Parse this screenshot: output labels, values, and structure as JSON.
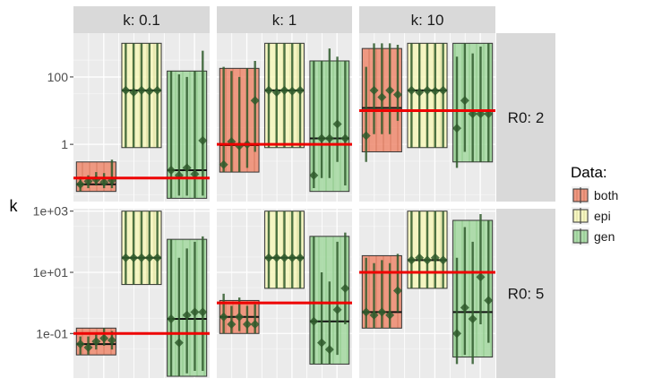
{
  "chart_data": {
    "type": "faceted-crossbar-pointrange",
    "ylabel": "k",
    "y_scale": "log10",
    "col_facets": [
      "k: 0.1",
      "k: 1",
      "k: 10"
    ],
    "row_facets": [
      {
        "label": "R0: 2",
        "ylim": [
          0.02,
          2000
        ],
        "ticks": [
          {
            "v": 100,
            "label": "100"
          },
          {
            "v": 1,
            "label": "1"
          }
        ]
      },
      {
        "label": "R0: 5",
        "ylim": [
          0.0035,
          1200
        ],
        "ticks": [
          {
            "v": 1000,
            "label": "1e+03"
          },
          {
            "v": 10,
            "label": "1e+01"
          },
          {
            "v": 0.1,
            "label": "1e-01"
          }
        ]
      }
    ],
    "legend": {
      "title": "Data:",
      "items": [
        {
          "name": "both",
          "fill": "#ef8a6f"
        },
        {
          "name": "epi",
          "fill": "#f7f7bb"
        },
        {
          "name": "gen",
          "fill": "#a3d9a0"
        }
      ]
    },
    "reference_line_color": "#ee0000",
    "point_color": "#2f5a2b",
    "panels": [
      {
        "row": 0,
        "col": 0,
        "true_value": 0.1,
        "boxes": [
          {
            "series": "both",
            "low": 0.04,
            "mid": 0.065,
            "high": 0.3,
            "points": [
              {
                "y": 0.065,
                "lo": 0.04,
                "hi": 0.11
              },
              {
                "y": 0.08,
                "lo": 0.05,
                "hi": 0.12
              },
              {
                "y": 0.09,
                "lo": 0.06,
                "hi": 0.15
              },
              {
                "y": 0.075,
                "lo": 0.05,
                "hi": 0.14
              },
              {
                "y": 0.085,
                "lo": 0.05,
                "hi": 0.35
              }
            ]
          },
          {
            "series": "epi",
            "low": 0.8,
            "mid": 40,
            "high": 1000,
            "points": [
              {
                "y": 40,
                "lo": 0.8,
                "hi": 1000
              },
              {
                "y": 35,
                "lo": 0.8,
                "hi": 1000
              },
              {
                "y": 40,
                "lo": 0.8,
                "hi": 1000
              },
              {
                "y": 38,
                "lo": 0.8,
                "hi": 1000
              },
              {
                "y": 40,
                "lo": 0.8,
                "hi": 1000
              }
            ]
          },
          {
            "series": "gen",
            "low": 0.025,
            "mid": 0.17,
            "high": 150,
            "points": [
              {
                "y": 0.17,
                "lo": 0.025,
                "hi": 150
              },
              {
                "y": 0.12,
                "lo": 0.03,
                "hi": 120
              },
              {
                "y": 0.2,
                "lo": 0.03,
                "hi": 100
              },
              {
                "y": 0.13,
                "lo": 0.025,
                "hi": 150
              },
              {
                "y": 1.3,
                "lo": 0.03,
                "hi": 600
              }
            ]
          }
        ]
      },
      {
        "row": 0,
        "col": 1,
        "true_value": 1,
        "boxes": [
          {
            "series": "both",
            "low": 0.15,
            "mid": 0.95,
            "high": 180,
            "points": [
              {
                "y": 0.25,
                "lo": 0.15,
                "hi": 200
              },
              {
                "y": 1.2,
                "lo": 0.15,
                "hi": 150
              },
              {
                "y": 0.9,
                "lo": 0.15,
                "hi": 100
              },
              {
                "y": 1,
                "lo": 0.2,
                "hi": 180
              },
              {
                "y": 20,
                "lo": 0.6,
                "hi": 300
              }
            ]
          },
          {
            "series": "epi",
            "low": 0.8,
            "mid": 40,
            "high": 1000,
            "points": [
              {
                "y": 40,
                "lo": 0.8,
                "hi": 1000
              },
              {
                "y": 35,
                "lo": 0.8,
                "hi": 1000
              },
              {
                "y": 40,
                "lo": 0.8,
                "hi": 1000
              },
              {
                "y": 38,
                "lo": 0.8,
                "hi": 1000
              },
              {
                "y": 40,
                "lo": 0.8,
                "hi": 1000
              }
            ]
          },
          {
            "series": "gen",
            "low": 0.04,
            "mid": 1.5,
            "high": 300,
            "points": [
              {
                "y": 0.12,
                "lo": 0.05,
                "hi": 300
              },
              {
                "y": 1.5,
                "lo": 0.1,
                "hi": 300
              },
              {
                "y": 1.5,
                "lo": 0.1,
                "hi": 700
              },
              {
                "y": 4,
                "lo": 0.3,
                "hi": 400
              },
              {
                "y": 1.5,
                "lo": 0.06,
                "hi": 300
              }
            ]
          }
        ]
      },
      {
        "row": 0,
        "col": 2,
        "true_value": 10,
        "boxes": [
          {
            "series": "both",
            "low": 0.6,
            "mid": 12,
            "high": 700,
            "points": [
              {
                "y": 1.8,
                "lo": 0.3,
                "hi": 200
              },
              {
                "y": 40,
                "lo": 2,
                "hi": 1000
              },
              {
                "y": 25,
                "lo": 2,
                "hi": 1000
              },
              {
                "y": 40,
                "lo": 2,
                "hi": 1000
              },
              {
                "y": 30,
                "lo": 5,
                "hi": 900
              }
            ]
          },
          {
            "series": "epi",
            "low": 0.8,
            "mid": 40,
            "high": 1000,
            "points": [
              {
                "y": 40,
                "lo": 0.8,
                "hi": 1000
              },
              {
                "y": 35,
                "lo": 0.8,
                "hi": 1000
              },
              {
                "y": 40,
                "lo": 0.8,
                "hi": 1000
              },
              {
                "y": 38,
                "lo": 0.8,
                "hi": 1000
              },
              {
                "y": 40,
                "lo": 0.8,
                "hi": 1000
              }
            ]
          },
          {
            "series": "gen",
            "low": 0.3,
            "mid": 10,
            "high": 1000,
            "points": [
              {
                "y": 3,
                "lo": 0.2,
                "hi": 400
              },
              {
                "y": 20,
                "lo": 0.6,
                "hi": 1000
              },
              {
                "y": 8,
                "lo": 0.3,
                "hi": 500
              },
              {
                "y": 8,
                "lo": 0.3,
                "hi": 800
              },
              {
                "y": 8,
                "lo": 0.3,
                "hi": 1000
              }
            ]
          }
        ]
      },
      {
        "row": 1,
        "col": 0,
        "true_value": 0.1,
        "boxes": [
          {
            "series": "both",
            "low": 0.02,
            "mid": 0.045,
            "high": 0.15,
            "points": [
              {
                "y": 0.045,
                "lo": 0.02,
                "hi": 0.08
              },
              {
                "y": 0.035,
                "lo": 0.02,
                "hi": 0.08
              },
              {
                "y": 0.055,
                "lo": 0.03,
                "hi": 0.1
              },
              {
                "y": 0.07,
                "lo": 0.04,
                "hi": 0.15
              },
              {
                "y": 0.06,
                "lo": 0.03,
                "hi": 0.12
              }
            ]
          },
          {
            "series": "epi",
            "low": 4,
            "mid": 30,
            "high": 1000,
            "points": [
              {
                "y": 30,
                "lo": 4,
                "hi": 1000
              },
              {
                "y": 30,
                "lo": 4,
                "hi": 1000
              },
              {
                "y": 30,
                "lo": 4,
                "hi": 1000
              },
              {
                "y": 30,
                "lo": 4,
                "hi": 1000
              },
              {
                "y": 30,
                "lo": 4,
                "hi": 1000
              }
            ]
          },
          {
            "series": "gen",
            "low": 0.004,
            "mid": 0.3,
            "high": 120,
            "points": [
              {
                "y": 0.3,
                "lo": 0.004,
                "hi": 120
              },
              {
                "y": 0.05,
                "lo": 0.004,
                "hi": 30
              },
              {
                "y": 0.4,
                "lo": 0.005,
                "hi": 60
              },
              {
                "y": 0.5,
                "lo": 0.006,
                "hi": 100
              },
              {
                "y": 0.5,
                "lo": 0.006,
                "hi": 150
              }
            ]
          }
        ]
      },
      {
        "row": 1,
        "col": 1,
        "true_value": 1,
        "boxes": [
          {
            "series": "both",
            "low": 0.1,
            "mid": 0.35,
            "high": 1.2,
            "points": [
              {
                "y": 0.35,
                "lo": 0.1,
                "hi": 2
              },
              {
                "y": 0.2,
                "lo": 0.1,
                "hi": 0.8
              },
              {
                "y": 0.35,
                "lo": 0.12,
                "hi": 1.5
              },
              {
                "y": 0.2,
                "lo": 0.1,
                "hi": 0.8
              },
              {
                "y": 0.2,
                "lo": 0.1,
                "hi": 0.9
              }
            ]
          },
          {
            "series": "epi",
            "low": 3,
            "mid": 30,
            "high": 1000,
            "points": [
              {
                "y": 30,
                "lo": 3,
                "hi": 1000
              },
              {
                "y": 30,
                "lo": 3,
                "hi": 1000
              },
              {
                "y": 30,
                "lo": 3,
                "hi": 1000
              },
              {
                "y": 30,
                "lo": 3,
                "hi": 1000
              },
              {
                "y": 30,
                "lo": 3,
                "hi": 1000
              }
            ]
          },
          {
            "series": "gen",
            "low": 0.01,
            "mid": 0.25,
            "high": 150,
            "points": [
              {
                "y": 0.25,
                "lo": 0.01,
                "hi": 150
              },
              {
                "y": 0.05,
                "lo": 0.01,
                "hi": 10
              },
              {
                "y": 0.03,
                "lo": 0.01,
                "hi": 5
              },
              {
                "y": 0.6,
                "lo": 0.02,
                "hi": 100
              },
              {
                "y": 3,
                "lo": 0.2,
                "hi": 200
              }
            ]
          }
        ]
      },
      {
        "row": 1,
        "col": 2,
        "true_value": 10,
        "boxes": [
          {
            "series": "both",
            "low": 0.15,
            "mid": 0.5,
            "high": 35,
            "points": [
              {
                "y": 0.5,
                "lo": 0.15,
                "hi": 30
              },
              {
                "y": 0.4,
                "lo": 0.15,
                "hi": 20
              },
              {
                "y": 0.5,
                "lo": 0.15,
                "hi": 25
              },
              {
                "y": 0.4,
                "lo": 0.15,
                "hi": 20
              },
              {
                "y": 2.5,
                "lo": 0.5,
                "hi": 40
              }
            ]
          },
          {
            "series": "epi",
            "low": 3,
            "mid": 25,
            "high": 1000,
            "points": [
              {
                "y": 25,
                "lo": 3,
                "hi": 1000
              },
              {
                "y": 30,
                "lo": 3,
                "hi": 1000
              },
              {
                "y": 25,
                "lo": 3,
                "hi": 1000
              },
              {
                "y": 30,
                "lo": 3,
                "hi": 1000
              },
              {
                "y": 25,
                "lo": 3,
                "hi": 1000
              }
            ]
          },
          {
            "series": "gen",
            "low": 0.017,
            "mid": 0.5,
            "high": 500,
            "points": [
              {
                "y": 0.1,
                "lo": 0.01,
                "hi": 30
              },
              {
                "y": 0.7,
                "lo": 0.02,
                "hi": 300
              },
              {
                "y": 0.3,
                "lo": 0.01,
                "hi": 100
              },
              {
                "y": 7,
                "lo": 0.2,
                "hi": 800
              },
              {
                "y": 1.2,
                "lo": 0.05,
                "hi": 500
              }
            ]
          }
        ]
      }
    ]
  }
}
